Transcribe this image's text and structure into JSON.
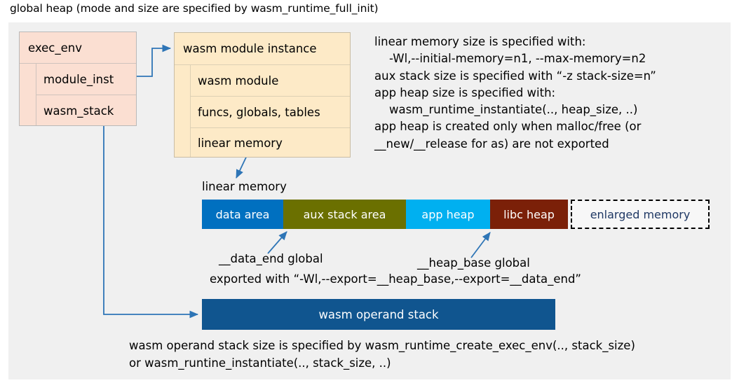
{
  "title": "global heap (mode and size are specified by wasm_runtime_full_init)",
  "colors": {
    "canvas_bg": "#f0f0f0",
    "exec_env_fill": "#fbdfd2",
    "module_instance_fill": "#fdeac7",
    "data_area": "#0070c0",
    "aux_stack_area": "#6b7000",
    "app_heap": "#00b0f0",
    "libc_heap": "#7b2008",
    "enlarged_memory_fill": "#f7f7f7",
    "enlarged_memory_text": "#1f3864",
    "operand_stack": "#10558f",
    "connector": "#2e75b6"
  },
  "exec_env": {
    "header": "exec_env",
    "fields": [
      {
        "label": "module_inst"
      },
      {
        "label": "wasm_stack"
      }
    ]
  },
  "module_instance": {
    "header": "wasm module instance",
    "fields": [
      {
        "label": "wasm module"
      },
      {
        "label": "funcs, globals, tables"
      },
      {
        "label": "linear memory"
      }
    ]
  },
  "info_note": "linear memory size is specified with:\n    -Wl,--initial-memory=n1, --max-memory=n2\naux stack size is specified with “-z stack-size=n”\napp heap size is specified with:\n    wasm_runtime_instantiate(.., heap_size, ..)\napp heap is created only when malloc/free (or\n__new/__release for as) are not exported",
  "linear_memory": {
    "caption": "linear memory",
    "segments": [
      {
        "label": "data area",
        "color": "#0070c0",
        "width": 116
      },
      {
        "label": "aux stack area",
        "color": "#6b7000",
        "width": 175
      },
      {
        "label": "app heap",
        "color": "#00b0f0",
        "width": 120
      },
      {
        "label": "libc heap",
        "color": "#7b2008",
        "width": 111
      },
      {
        "label": "enlarged memory",
        "color": "#f7f7f7",
        "width": 198
      }
    ]
  },
  "annotations": {
    "data_end": "__data_end global",
    "heap_base": "__heap_base global",
    "exported_with": "exported with “-Wl,--export=__heap_base,--export=__data_end”"
  },
  "operand_stack": {
    "label": "wasm operand stack",
    "note": "wasm operand stack size is specified by wasm_runtime_create_exec_env(.., stack_size)\nor wasm_runtine_instantiate(.., stack_size, ..)"
  }
}
